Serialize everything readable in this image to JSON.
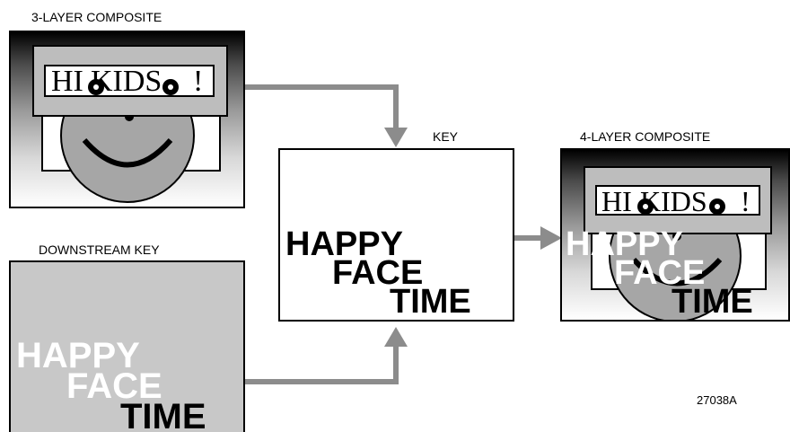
{
  "labels": {
    "three_layer": "3-LAYER COMPOSITE",
    "key": "KEY",
    "four_layer": "4-LAYER COMPOSITE",
    "downstream_key": "DOWNSTREAM KEY",
    "figure_id": "27038A"
  },
  "sign_text": {
    "hi": "HI",
    "kids": "KIDS",
    "bang": "!"
  },
  "key_text": {
    "line1": "HAPPY",
    "line2": "FACE",
    "line3": "TIME"
  },
  "colors": {
    "arrow": "#8c8c8c",
    "face": "#a6a6a6",
    "sign_frame": "#bdbdbd",
    "downstream_bg": "#c8c8c8"
  }
}
